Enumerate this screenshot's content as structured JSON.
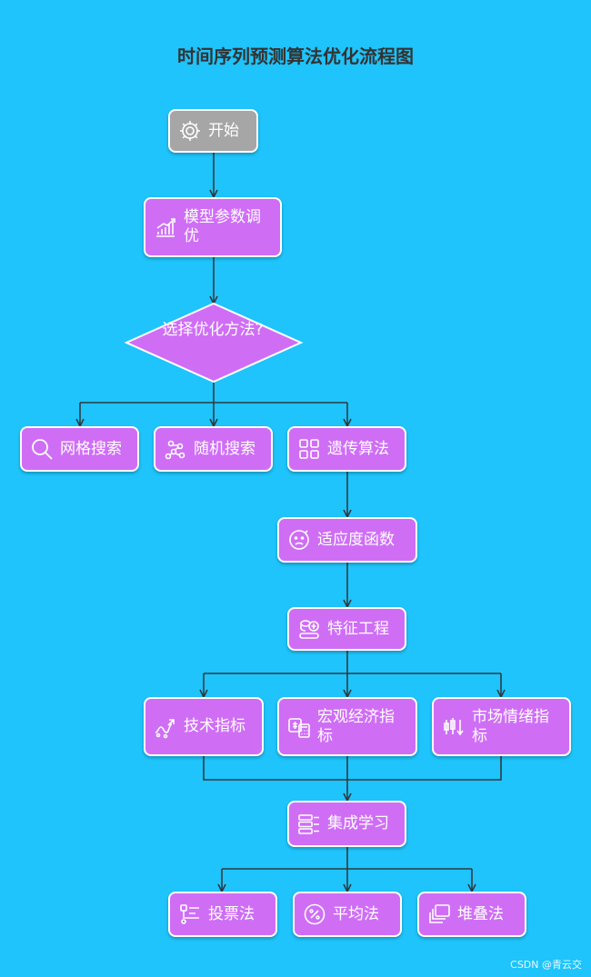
{
  "title": "时间序列预测算法优化流程图",
  "nodes": {
    "start": "开始",
    "tuning": "模型参数调优",
    "choose": "选择优化方法?",
    "grid": "网格搜索",
    "random": "随机搜索",
    "genetic": "遗传算法",
    "fitness": "适应度函数",
    "feature": "特征工程",
    "technical": "技术指标",
    "macro": "宏观经济指标",
    "sentiment": "市场情绪指标",
    "ensemble": "集成学习",
    "voting": "投票法",
    "average": "平均法",
    "stacking": "堆叠法"
  },
  "icons": {
    "start": "gear-icon",
    "tuning": "bar-chart-icon",
    "grid": "search-icon",
    "random": "scatter-icon",
    "genetic": "grid-icon",
    "fitness": "face-icon",
    "feature": "coins-icon",
    "technical": "trend-icon",
    "macro": "calculator-icon",
    "sentiment": "candlestick-icon",
    "ensemble": "stack-icon",
    "voting": "list-icon",
    "average": "percent-icon",
    "stacking": "layers-icon"
  },
  "colors": {
    "background": "#1ec4fb",
    "node": "#cf6ef5",
    "start_node": "#a6a6a6",
    "line": "#2f3b3f"
  },
  "footer": "CSDN @青云交"
}
